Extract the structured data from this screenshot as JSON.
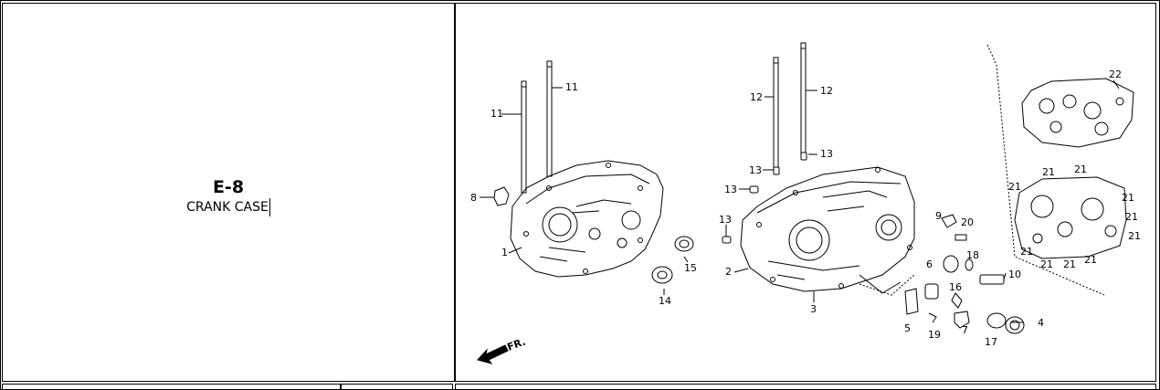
{
  "section": {
    "code": "E-8",
    "name": "CRANK CASE"
  },
  "diagram": {
    "direction_label": "FR.",
    "callouts": {
      "c1": "1",
      "c2": "2",
      "c3": "3",
      "c4": "4",
      "c5": "5",
      "c6": "6",
      "c7": "7",
      "c8": "8",
      "c9": "9",
      "c10": "10",
      "c11a": "11",
      "c11b": "11",
      "c12a": "12",
      "c12b": "12",
      "c13a": "13",
      "c13b": "13",
      "c13c": "13",
      "c13d": "13",
      "c14": "14",
      "c15": "15",
      "c16": "16",
      "c17": "17",
      "c18": "18",
      "c19": "19",
      "c20": "20",
      "c21a": "21",
      "c21b": "21",
      "c21c": "21",
      "c21d": "21",
      "c21e": "21",
      "c21f": "21",
      "c21g": "21",
      "c21h": "21",
      "c21i": "21",
      "c22": "22"
    }
  }
}
